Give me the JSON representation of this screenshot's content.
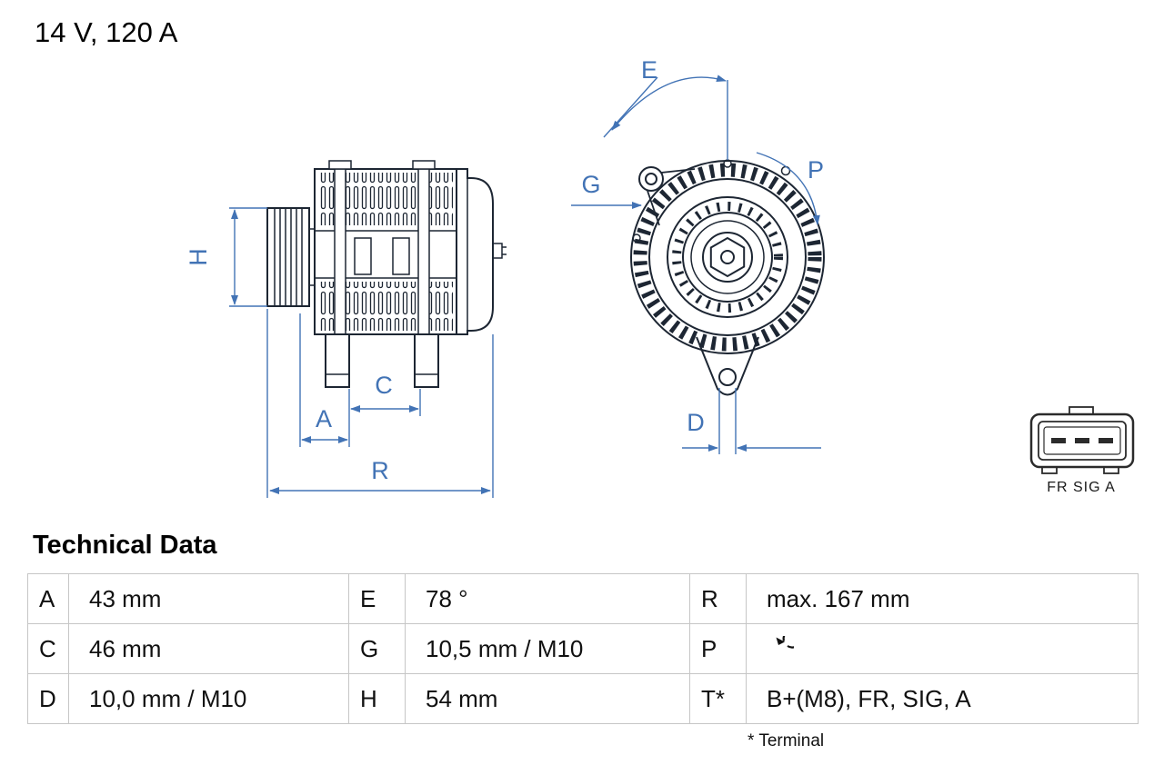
{
  "title": "14 V, 120 A",
  "drawing": {
    "dim_labels": {
      "H": "H",
      "A": "A",
      "C": "C",
      "R": "R",
      "E": "E",
      "G": "G",
      "P": "P",
      "D": "D"
    },
    "connector_pins_label": "FR SIG A"
  },
  "technical_data": {
    "heading": "Technical Data",
    "rows": [
      {
        "cells": [
          {
            "k": "A",
            "v": "43 mm"
          },
          {
            "k": "E",
            "v": "78 °"
          },
          {
            "k": "R",
            "v": "max. 167 mm"
          }
        ]
      },
      {
        "cells": [
          {
            "k": "C",
            "v": "46 mm"
          },
          {
            "k": "G",
            "v": "10,5 mm / M10"
          },
          {
            "k": "P",
            "v": "",
            "icon": "rotation-direction"
          }
        ]
      },
      {
        "cells": [
          {
            "k": "D",
            "v": "10,0 mm / M10"
          },
          {
            "k": "H",
            "v": "54 mm"
          },
          {
            "k": "T*",
            "v": "B+(M8), FR, SIG, A"
          }
        ]
      }
    ],
    "footnote": "* Terminal"
  },
  "colors": {
    "dimension_blue": "#4273b5",
    "drawing_dark": "#1d2633",
    "table_border": "#c6c6c6"
  }
}
